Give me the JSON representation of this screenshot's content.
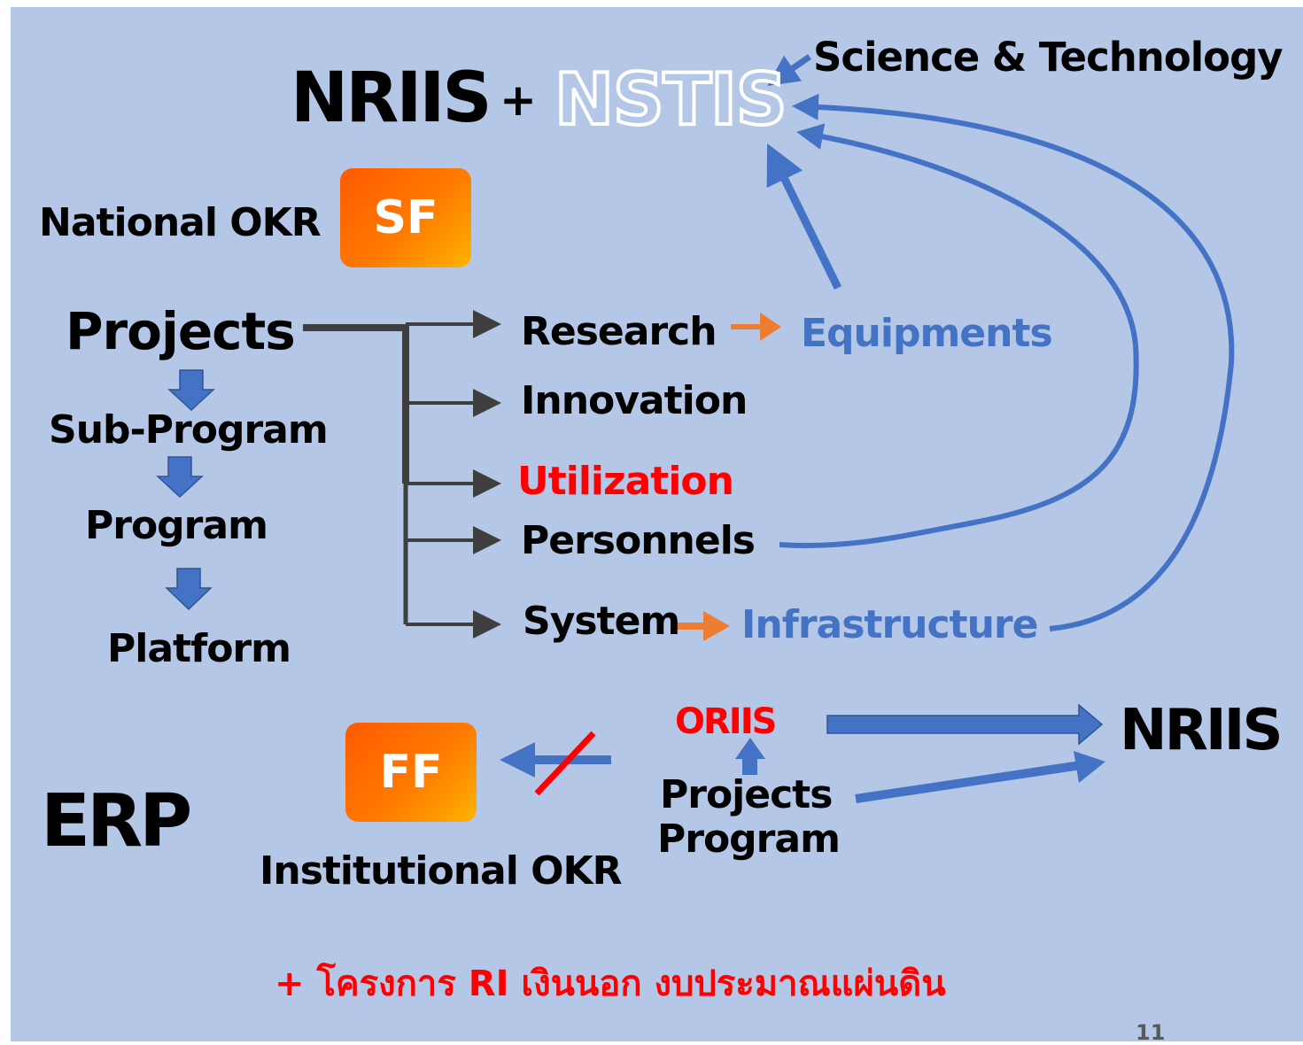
{
  "title": {
    "nriis": "NRIIS",
    "plus": "+",
    "nstis": "NSTIS",
    "science_tech": "Science & Technology"
  },
  "national_okr": {
    "label": "National OKR",
    "box": "SF"
  },
  "hierarchy": {
    "projects": "Projects",
    "sub_program": "Sub-Program",
    "program": "Program",
    "platform": "Platform"
  },
  "outputs": {
    "research": "Research",
    "equipments": "Equipments",
    "innovation": "Innovation",
    "utilization": "Utilization",
    "personnels": "Personnels",
    "system": "System",
    "infrastructure": "Infrastructure"
  },
  "bottom": {
    "erp": "ERP",
    "ff_box": "FF",
    "institutional_okr": "Institutional OKR",
    "oriis": "ORIIS",
    "projects": "Projects",
    "program": "Program",
    "nriis": "NRIIS"
  },
  "footer": {
    "note": "+ โครงการ RI เงินนอก งบประมาณแผ่นดิน",
    "page_number": "11"
  },
  "colors": {
    "background": "#b4c7e7",
    "arrow_blue": "#4472c4",
    "arrow_orange": "#ed7d31",
    "connector": "#3f3f3f",
    "highlight_red": "#ff0000"
  }
}
